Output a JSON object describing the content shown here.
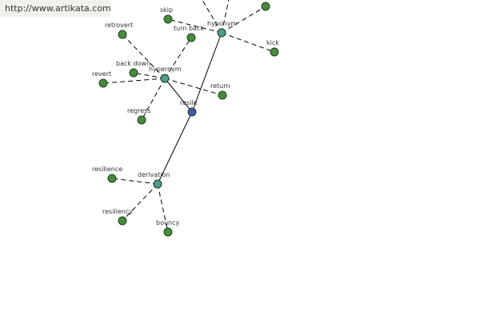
{
  "banner": {
    "url": "http://www.artikata.com"
  },
  "colors": {
    "center": "#4a55a8",
    "hub": "#4f9a8e",
    "leaf": "#4a8a3e"
  },
  "nodes": [
    {
      "id": "resile",
      "label": "resile",
      "kind": "center"
    },
    {
      "id": "hypernym",
      "label": "hypernym",
      "kind": "hub"
    },
    {
      "id": "hyponym",
      "label": "hyponym",
      "kind": "hub"
    },
    {
      "id": "derivation",
      "label": "derivation",
      "kind": "hub"
    },
    {
      "id": "retrovert",
      "label": "retrovert",
      "kind": "leaf"
    },
    {
      "id": "back_down",
      "label": "back down",
      "kind": "leaf"
    },
    {
      "id": "revert",
      "label": "revert",
      "kind": "leaf"
    },
    {
      "id": "regress",
      "label": "regress",
      "kind": "leaf"
    },
    {
      "id": "return",
      "label": "return",
      "kind": "leaf"
    },
    {
      "id": "turn_back",
      "label": "turn back",
      "kind": "leaf"
    },
    {
      "id": "skip",
      "label": "skip",
      "kind": "leaf"
    },
    {
      "id": "kick",
      "label": "kick",
      "kind": "leaf"
    },
    {
      "id": "top_leaf",
      "label": "",
      "kind": "leaf"
    },
    {
      "id": "resilience",
      "label": "resilience",
      "kind": "leaf"
    },
    {
      "id": "resiliency",
      "label": "resiliency",
      "kind": "leaf"
    },
    {
      "id": "bouncy",
      "label": "bouncy",
      "kind": "leaf"
    }
  ],
  "edges": [
    {
      "from": "resile",
      "to": "hypernym",
      "style": "solid"
    },
    {
      "from": "resile",
      "to": "hyponym",
      "style": "solid"
    },
    {
      "from": "resile",
      "to": "derivation",
      "style": "solid"
    },
    {
      "from": "hypernym",
      "to": "retrovert",
      "style": "dashed"
    },
    {
      "from": "hypernym",
      "to": "back_down",
      "style": "dashed"
    },
    {
      "from": "hypernym",
      "to": "revert",
      "style": "dashed"
    },
    {
      "from": "hypernym",
      "to": "regress",
      "style": "dashed"
    },
    {
      "from": "hypernym",
      "to": "return",
      "style": "dashed"
    },
    {
      "from": "hypernym",
      "to": "turn_back",
      "style": "dashed"
    },
    {
      "from": "hyponym",
      "to": "skip",
      "style": "dashed"
    },
    {
      "from": "hyponym",
      "to": "kick",
      "style": "dashed"
    },
    {
      "from": "hyponym",
      "to": "top_leaf",
      "style": "dashed"
    },
    {
      "from": "hyponym",
      "to": "offscreen_a",
      "style": "dashed"
    },
    {
      "from": "hyponym",
      "to": "offscreen_b",
      "style": "dashed"
    },
    {
      "from": "derivation",
      "to": "resilience",
      "style": "dashed"
    },
    {
      "from": "derivation",
      "to": "resiliency",
      "style": "dashed"
    },
    {
      "from": "derivation",
      "to": "bouncy",
      "style": "dashed"
    }
  ]
}
